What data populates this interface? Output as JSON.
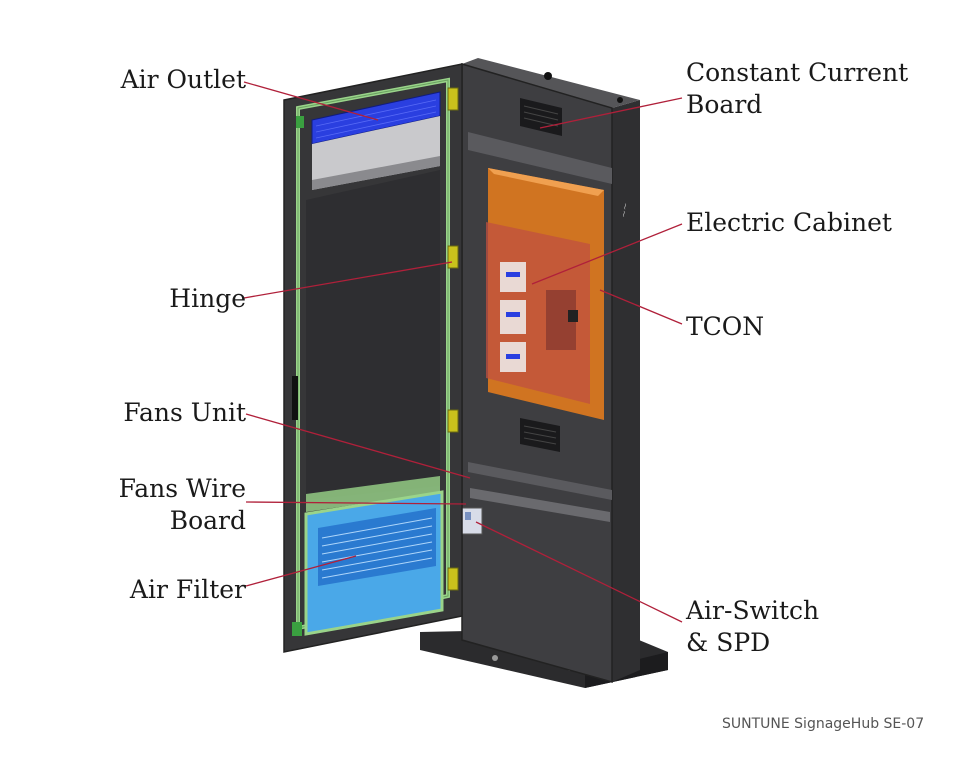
{
  "labels": {
    "air_outlet": "Air Outlet",
    "hinge": "Hinge",
    "fans_unit": "Fans Unit",
    "fans_wire_board_1": "Fans Wire",
    "fans_wire_board_2": "Board",
    "air_filter": "Air Filter",
    "constant_current_board_1": "Constant Current",
    "constant_current_board_2": "Board",
    "electric_cabinet": "Electric Cabinet",
    "tcon": "TCON",
    "air_switch_spd_1": "Air-Switch",
    "air_switch_spd_2": "& SPD"
  },
  "caption": "SUNTUNE SignageHub SE-07",
  "colors": {
    "leader_line": "#b0203a",
    "cabinet_body": "#3c3c3e",
    "door_frame": "#9ad48a",
    "hinge": "#c9c21c",
    "air_outlet_grille": "#2a3fe0",
    "air_filter": "#4aa8e8",
    "electric_cabinet": "#e07a1e",
    "tcon_board": "#c05040"
  }
}
